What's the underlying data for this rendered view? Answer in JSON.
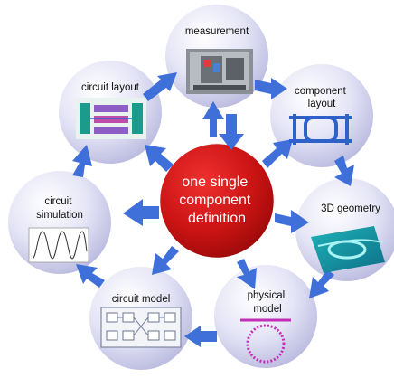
{
  "center": {
    "lines": [
      "one single",
      "component",
      "definition"
    ]
  },
  "nodes": {
    "measurement": {
      "lines": [
        "measurement"
      ]
    },
    "component_layout": {
      "lines": [
        "component",
        "layout"
      ]
    },
    "geometry_3d": {
      "lines": [
        "3D geometry"
      ]
    },
    "physical_model": {
      "lines": [
        "physical",
        "model"
      ]
    },
    "circuit_model": {
      "lines": [
        "circuit model"
      ]
    },
    "circuit_simulation": {
      "lines": [
        "circuit",
        "simulation"
      ]
    },
    "circuit_layout": {
      "lines": [
        "circuit layout"
      ]
    }
  },
  "colors": {
    "arrow": "#3f6fd8",
    "center": "#d01818",
    "node_fill": "#dcdcf4",
    "node_edge": "#ffffff"
  }
}
